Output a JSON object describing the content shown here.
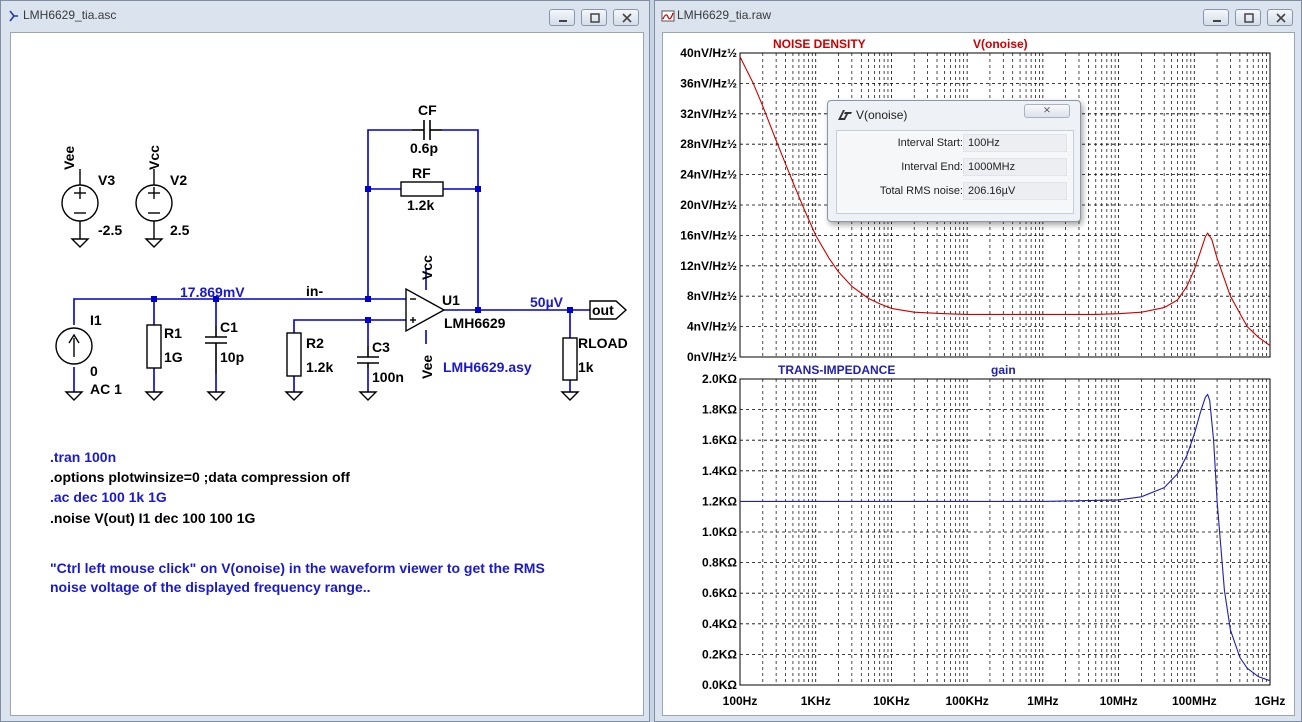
{
  "schematic_window": {
    "title": "LMH6629_tia.asc",
    "components": {
      "v3": {
        "name": "V3",
        "net": "Vee",
        "value": "-2.5"
      },
      "v2": {
        "name": "V2",
        "net": "Vcc",
        "value": "2.5"
      },
      "cf": {
        "name": "CF",
        "value": "0.6p"
      },
      "rf": {
        "name": "RF",
        "value": "1.2k"
      },
      "u1": {
        "name": "U1",
        "part": "LMH6629",
        "vcc": "Vcc",
        "vee": "Vee",
        "symbol": "LMH6629.asy"
      },
      "i1": {
        "name": "I1",
        "value1": "0",
        "value2": "AC 1"
      },
      "r1": {
        "name": "R1",
        "value": "1G"
      },
      "c1": {
        "name": "C1",
        "value": "10p"
      },
      "r2": {
        "name": "R2",
        "value": "1.2k"
      },
      "c3": {
        "name": "C3",
        "value": "100n"
      },
      "rload": {
        "name": "RLOAD",
        "value": "1k"
      }
    },
    "labels": {
      "node_in_voltage": "17.869mV",
      "net_in": "in-",
      "node_out_voltage": "50µV",
      "port_out": "out"
    },
    "directives": [
      ".tran 100n",
      ".options plotwinsize=0 ;data compression off",
      ".ac dec 100 1k 1G",
      ".noise V(out) I1 dec 100 100 1G"
    ],
    "comment_lines": [
      "\"Ctrl left mouse click\" on V(onoise) in the waveform viewer to get the RMS",
      "noise voltage of the displayed frequency range.."
    ]
  },
  "waveform_window": {
    "title": "LMH6629_tia.raw"
  },
  "rms_dialog": {
    "title": "V(onoise)",
    "close_symbol": "⨯",
    "rows": [
      {
        "label": "Interval Start:",
        "value": "100Hz"
      },
      {
        "label": "Interval End:",
        "value": "1000MHz"
      },
      {
        "label": "Total RMS noise:",
        "value": "206.16µV"
      }
    ]
  },
  "colors": {
    "noise_trace": "#cc0000",
    "gain_trace": "#1f1fb0",
    "wire": "#0000cc",
    "component": "#000000",
    "directive_ac": "#0000cc",
    "directive_spice": "#000000"
  },
  "chart_data": [
    {
      "type": "line",
      "title": "NOISE DENSITY",
      "x_scale": "log",
      "xlim": [
        100,
        1000000000
      ],
      "ylim": [
        0,
        40
      ],
      "y_ticks": [
        "0nV/Hz½",
        "4nV/Hz½",
        "8nV/Hz½",
        "12nV/Hz½",
        "16nV/Hz½",
        "20nV/Hz½",
        "24nV/Hz½",
        "28nV/Hz½",
        "32nV/Hz½",
        "36nV/Hz½",
        "40nV/Hz½"
      ],
      "grid": true,
      "series": [
        {
          "name": "V(onoise)",
          "color": "#cc0000",
          "x": [
            100,
            150,
            200,
            300,
            500,
            700,
            1000,
            1500,
            2000,
            3000,
            5000,
            7000,
            10000,
            20000,
            50000,
            100000,
            1000000,
            5000000,
            10000000,
            20000000,
            40000000,
            60000000,
            80000000,
            100000000,
            120000000,
            140000000,
            150000000,
            170000000,
            200000000,
            300000000,
            500000000,
            700000000,
            1000000000
          ],
          "y": [
            39.5,
            36.0,
            33.0,
            28.5,
            23.0,
            19.5,
            16.0,
            13.0,
            11.2,
            9.3,
            7.7,
            7.0,
            6.4,
            5.9,
            5.7,
            5.6,
            5.6,
            5.6,
            5.7,
            5.9,
            6.5,
            7.5,
            9.3,
            11.5,
            13.8,
            15.8,
            16.3,
            15.5,
            13.0,
            8.0,
            4.0,
            2.6,
            1.5
          ]
        }
      ]
    },
    {
      "type": "line",
      "title": "TRANS-IMPEDANCE",
      "x_scale": "log",
      "xlim": [
        100,
        1000000000
      ],
      "ylim": [
        0,
        2.0
      ],
      "x_ticks": [
        "100Hz",
        "1KHz",
        "10KHz",
        "100KHz",
        "1MHz",
        "10MHz",
        "100MHz",
        "1GHz"
      ],
      "y_ticks": [
        "0.0KΩ",
        "0.2KΩ",
        "0.4KΩ",
        "0.6KΩ",
        "0.8KΩ",
        "1.0KΩ",
        "1.2KΩ",
        "1.4KΩ",
        "1.6KΩ",
        "1.8KΩ",
        "2.0KΩ"
      ],
      "grid": true,
      "series": [
        {
          "name": "gain",
          "color": "#1f1fb0",
          "x": [
            100,
            1000000,
            10000000,
            20000000,
            40000000,
            60000000,
            80000000,
            100000000,
            120000000,
            140000000,
            150000000,
            160000000,
            180000000,
            200000000,
            250000000,
            300000000,
            400000000,
            500000000,
            700000000,
            1000000000
          ],
          "y": [
            1.2,
            1.2,
            1.21,
            1.23,
            1.29,
            1.38,
            1.5,
            1.64,
            1.78,
            1.88,
            1.9,
            1.86,
            1.6,
            1.2,
            0.62,
            0.36,
            0.18,
            0.11,
            0.055,
            0.028
          ]
        }
      ]
    }
  ]
}
